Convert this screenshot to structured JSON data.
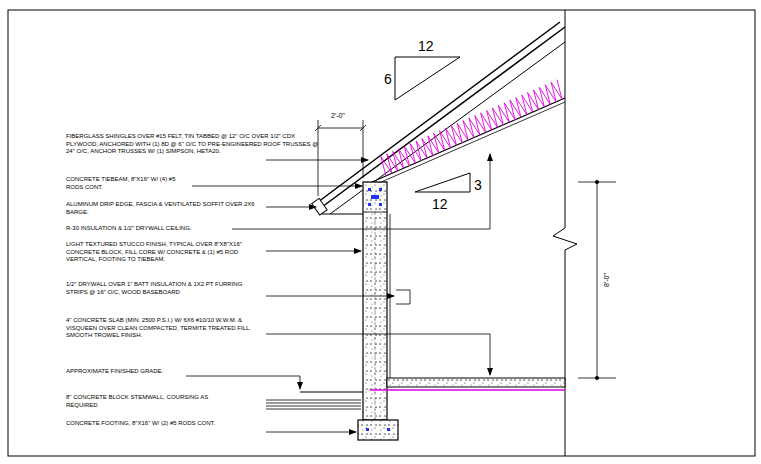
{
  "diagram": {
    "labels": [
      "FIBERGLASS SHINGLES OVER #15 FELT, TIN TABBED @ 12\" O/C OVER 1/2\" CDX PLYWOOD, ANCHORED WITH (1) 8D @ 6\" O/C TO PRE-ENGINEERED ROOF TRUSSES @ 24\" O/C, ANCHOR TRUSSES W/ (1) SIMPSON, HETA20.",
      "CONCRETE TIEBEAM, 8\"X16\" W/ (4) #5 RODS CONT.",
      "ALUMINUM DRIP EDGE, FASCIA & VENTILATED SOFFIT OVER 2X6 BARGE.",
      "R-30 INSULATION & 1/2\" DRYWALL CEILING.",
      "LIGHT TEXTURED STUCCO FINISH, TYPICAL OVER 8\"X8\"X16\" CONCRETE BLOCK, FILL CORE W/ CONCRETE & (1) #5 ROD VERTICAL, FOOTING TO TIEBEAM.",
      "1/2\" DRYWALL OVER 1\" BATT INSULATION & 1X2 PT FURRING STRIPS @ 16\" O/C, WOOD BASEBOARD",
      "4\" CONCRETE SLAB (MIN. 2500 P.S.I.) W/ 6X6 #10/10 W.W.M. & VISQUEEN OVER CLEAN COMPACTED, TERMITE TREATED FILL. SMOOTH TROWEL FINISH.",
      "APPROXIMATE FINISHED GRADE.",
      "8\" CONCRETE BLOCK STEMWALL, COURSING AS REQUIRED",
      "CONCRETE FOOTING, 8\"X16\" W/ (2) #5 RODS CONT.",
      "12",
      "6",
      "3",
      "12",
      "2'-0\"",
      "8'-0\""
    ]
  }
}
